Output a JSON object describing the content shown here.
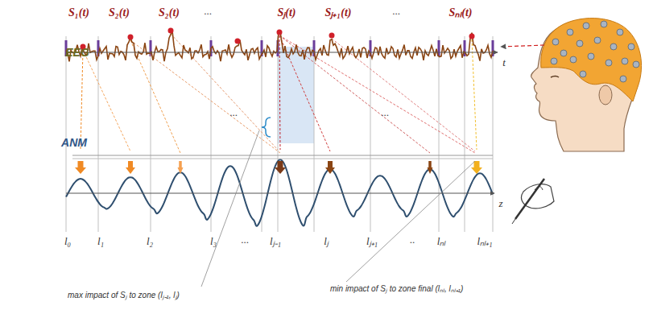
{
  "diagram": {
    "labels": [
      "EEG",
      "S₁(t)",
      "S₂(t)",
      "S₂(t)",
      "...",
      "Sⱼ(t)",
      "Sⱼ₊₁(t)",
      "...",
      "Sₙₗ(t)",
      "t",
      "...",
      "...",
      "ANM",
      "z",
      "l₀",
      "l₁",
      "l₂",
      "l₃",
      "...",
      "lⱼ₋₁",
      "lⱼ",
      "lⱼ₊₁",
      "..",
      "lₙₗ",
      "lₙₗ₊₁",
      "max impact of Sⱼ to zone (lⱼ₋₁, lⱼ)",
      "min impact of Sⱼ to zone final (lₙₗ, lₙₗ₊₁)"
    ]
  }
}
